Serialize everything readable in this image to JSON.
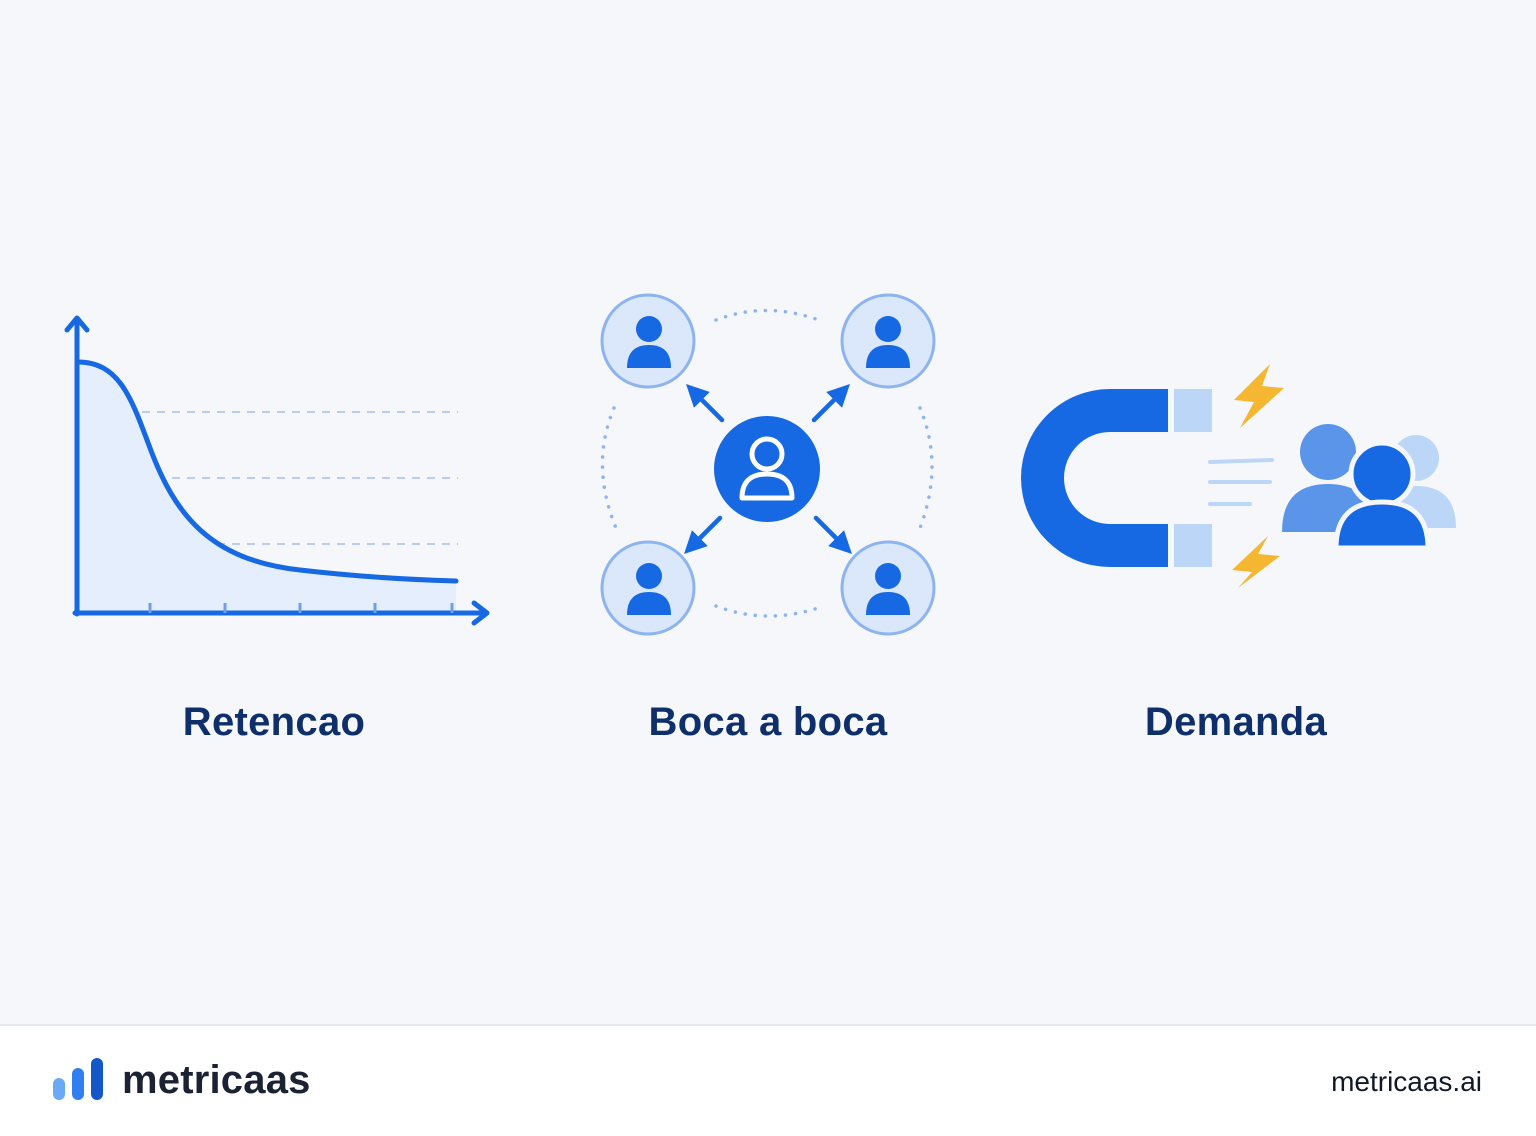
{
  "panels": [
    {
      "label": "Retencao",
      "icon": "retention-curve-chart"
    },
    {
      "label": "Boca a boca",
      "icon": "referral-network"
    },
    {
      "label": "Demanda",
      "icon": "magnet-attracting-people"
    }
  ],
  "footer": {
    "brand_name": "metricaas",
    "brand_icon": "bar-chart-logo-icon",
    "website": "metricaas.ai"
  },
  "colors": {
    "background": "#f5f7fb",
    "primary_blue": "#1668e3",
    "light_blue": "#bcd6f8",
    "fill_blue": "#e4eefc",
    "label_navy": "#0f2f6b",
    "bolt_yellow": "#f5b731"
  }
}
